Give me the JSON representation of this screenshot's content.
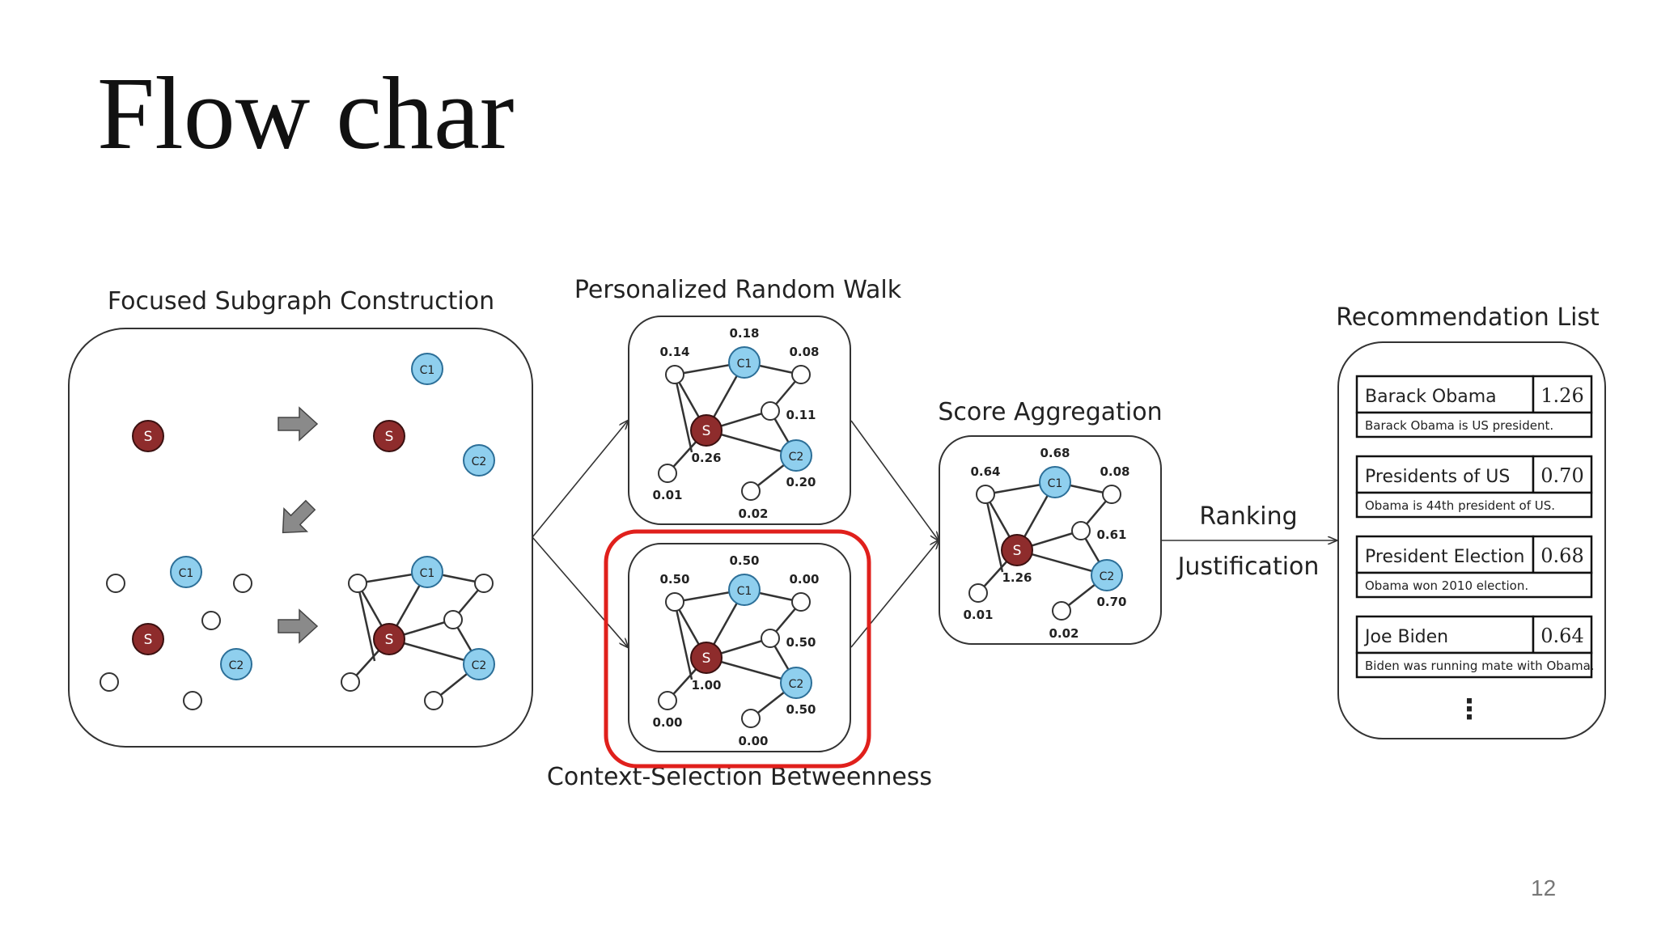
{
  "slide": {
    "title": "Flow char",
    "page_number": "12"
  },
  "sections": {
    "focused_subgraph": "Focused Subgraph Construction",
    "personalized_random_walk": "Personalized Random Walk",
    "context_selection": "Context-Selection Betweenness",
    "score_aggregation": "Score Aggregation",
    "recommendation_list": "Recommendation List",
    "ranking": "Ranking",
    "justification": "Justification"
  },
  "node_labels": {
    "source": "S",
    "candidate_1": "C1",
    "candidate_2": "C2"
  },
  "random_walk_scores": {
    "top_left": "0.14",
    "top": "0.18",
    "top_right": "0.08",
    "mid_right": "0.11",
    "source": "0.26",
    "candidate_2": "0.20",
    "bottom_left": "0.01",
    "bottom": "0.02"
  },
  "betweenness_scores": {
    "top_left": "0.50",
    "top": "0.50",
    "top_right": "0.00",
    "mid_right": "0.50",
    "source": "1.00",
    "candidate_2": "0.50",
    "bottom_left": "0.00",
    "bottom": "0.00"
  },
  "aggregated_scores": {
    "top_left": "0.64",
    "top": "0.68",
    "top_right": "0.08",
    "mid_right": "0.61",
    "source": "1.26",
    "candidate_2": "0.70",
    "bottom_left": "0.01",
    "bottom": "0.02"
  },
  "recommendations": [
    {
      "title": "Barack Obama",
      "score": "1.26",
      "justification": "Barack Obama is US president."
    },
    {
      "title": "Presidents of US",
      "score": "0.70",
      "justification": "Obama is 44th president of US."
    },
    {
      "title": "President Election",
      "score": "0.68",
      "justification": "Obama won 2010 election."
    },
    {
      "title": "Joe Biden",
      "score": "0.64",
      "justification": "Biden was running mate with Obama."
    }
  ],
  "more_indicator": "⋮",
  "colors": {
    "source_node": "#8e2c2c",
    "candidate_node": "#8fcfee",
    "candidate_stroke": "#2c6f98",
    "highlight": "#e0201c",
    "panel_stroke": "#333333",
    "arrow_fill": "#8a8a8a"
  }
}
